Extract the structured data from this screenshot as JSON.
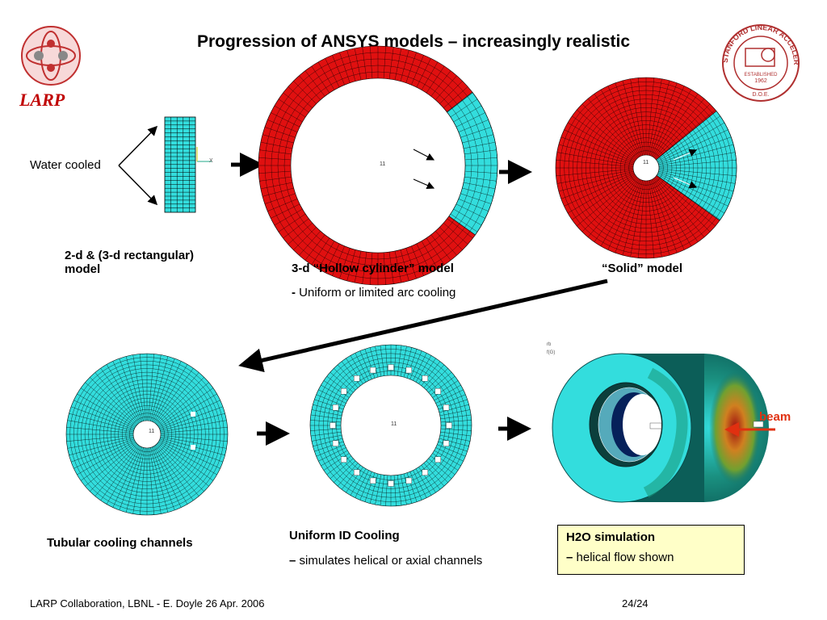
{
  "slide": {
    "title": "Progression of ANSYS models – increasingly realistic",
    "logo_left_text": "LARP",
    "logo_right": {
      "ring_text": "STANFORD LINEAR ACCELERATOR CENTER",
      "established": "ESTABLISHED",
      "year": "1962",
      "doe": "D.O.E."
    },
    "annotations": {
      "water_cooled": "Water cooled",
      "beam": "beam",
      "tick_label": "11",
      "axis_label": "X"
    },
    "models": {
      "rect": {
        "caption_line1": "2-d & (3-d  rectangular)",
        "caption_line2": "model"
      },
      "hollow": {
        "caption": "3-d “Hollow cylinder” model",
        "dash": "-",
        "note": "Uniform or limited arc cooling"
      },
      "solid": {
        "caption": "“Solid” model"
      },
      "tubular": {
        "caption": "Tubular cooling channels"
      },
      "uniform_id": {
        "caption": "Uniform ID Cooling",
        "dash": "–",
        "note": "simulates helical or axial channels"
      },
      "h2o": {
        "caption": "H2O simulation",
        "dash": "–",
        "note": "helical flow shown"
      }
    },
    "footer": {
      "left": "LARP Collaboration, LBNL  -  E. Doyle 26 Apr. 2006",
      "right": "24/24"
    },
    "colors": {
      "red_mesh": "#e01010",
      "cyan_mesh": "#33dddd",
      "beam_arrow": "#e03010",
      "box_fill": "#ffffc8",
      "larp_red": "#c00000"
    }
  }
}
